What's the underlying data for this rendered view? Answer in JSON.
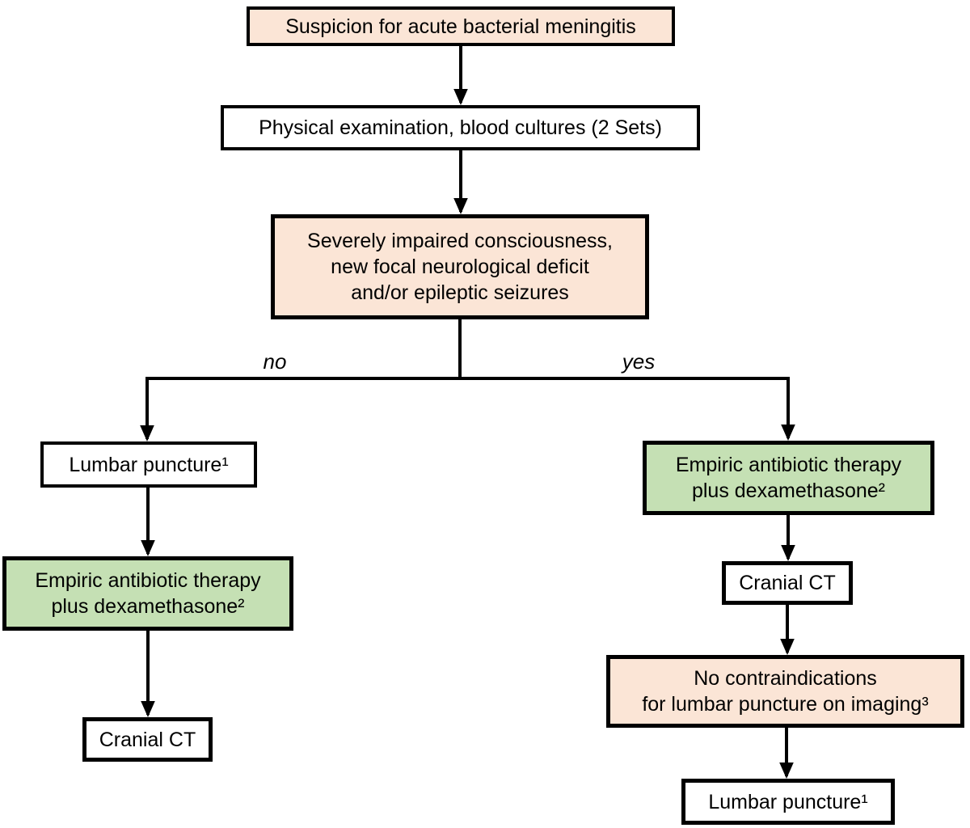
{
  "colors": {
    "box_fill_peach": "#fbe5d6",
    "box_fill_green": "#c5e0b4",
    "box_fill_white": "#ffffff",
    "border_and_lines": "#000000",
    "background": "#ffffff"
  },
  "nodes": {
    "suspicion": {
      "label": "Suspicion for acute bacterial meningitis"
    },
    "physical_exam": {
      "label": "Physical examination, blood cultures (2 Sets)"
    },
    "impaired_consciousness": {
      "label": "Severely impaired consciousness,\nnew focal neurological deficit\nand/or epileptic seizures"
    },
    "lumbar_puncture_left": {
      "label": "Lumbar puncture¹"
    },
    "empiric_therapy_left": {
      "label": "Empiric antibiotic therapy\nplus dexamethasone²"
    },
    "cranial_ct_left": {
      "label": "Cranial CT"
    },
    "empiric_therapy_right": {
      "label": "Empiric antibiotic therapy\nplus dexamethasone²"
    },
    "cranial_ct_right": {
      "label": "Cranial CT"
    },
    "no_contraindications": {
      "label": "No contraindications\nfor lumbar puncture on imaging³"
    },
    "lumbar_puncture_right": {
      "label": "Lumbar puncture¹"
    }
  },
  "branch_labels": {
    "no": "no",
    "yes": "yes"
  }
}
